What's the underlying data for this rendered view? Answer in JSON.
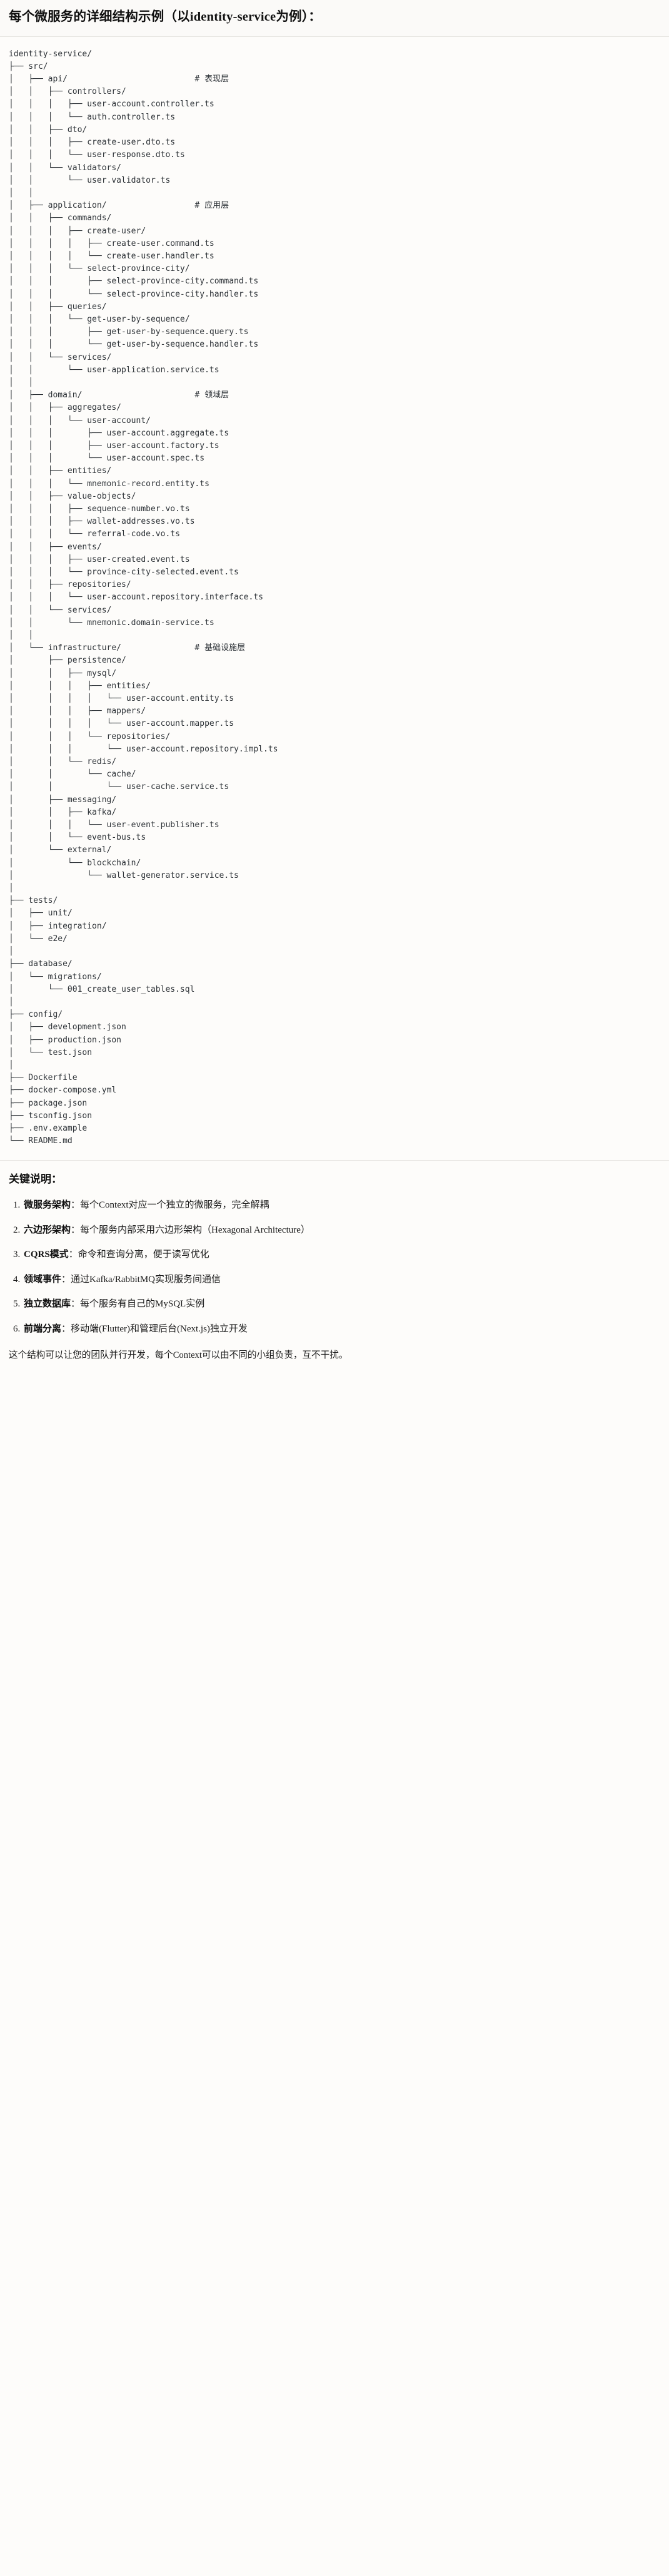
{
  "header": {
    "title": "每个微服务的详细结构示例（以identity-service为例）："
  },
  "tree": {
    "text": "identity-service/\n├── src/\n│   ├── api/                          # 表现层\n│   │   ├── controllers/\n│   │   │   ├── user-account.controller.ts\n│   │   │   └── auth.controller.ts\n│   │   ├── dto/\n│   │   │   ├── create-user.dto.ts\n│   │   │   └── user-response.dto.ts\n│   │   └── validators/\n│   │       └── user.validator.ts\n│   │\n│   ├── application/                  # 应用层\n│   │   ├── commands/\n│   │   │   ├── create-user/\n│   │   │   │   ├── create-user.command.ts\n│   │   │   │   └── create-user.handler.ts\n│   │   │   └── select-province-city/\n│   │   │       ├── select-province-city.command.ts\n│   │   │       └── select-province-city.handler.ts\n│   │   ├── queries/\n│   │   │   └── get-user-by-sequence/\n│   │   │       ├── get-user-by-sequence.query.ts\n│   │   │       └── get-user-by-sequence.handler.ts\n│   │   └── services/\n│   │       └── user-application.service.ts\n│   │\n│   ├── domain/                       # 领域层\n│   │   ├── aggregates/\n│   │   │   └── user-account/\n│   │   │       ├── user-account.aggregate.ts\n│   │   │       ├── user-account.factory.ts\n│   │   │       └── user-account.spec.ts\n│   │   ├── entities/\n│   │   │   └── mnemonic-record.entity.ts\n│   │   ├── value-objects/\n│   │   │   ├── sequence-number.vo.ts\n│   │   │   ├── wallet-addresses.vo.ts\n│   │   │   └── referral-code.vo.ts\n│   │   ├── events/\n│   │   │   ├── user-created.event.ts\n│   │   │   └── province-city-selected.event.ts\n│   │   ├── repositories/\n│   │   │   └── user-account.repository.interface.ts\n│   │   └── services/\n│   │       └── mnemonic.domain-service.ts\n│   │\n│   └── infrastructure/               # 基础设施层\n│       ├── persistence/\n│       │   ├── mysql/\n│       │   │   ├── entities/\n│       │   │   │   └── user-account.entity.ts\n│       │   │   ├── mappers/\n│       │   │   │   └── user-account.mapper.ts\n│       │   │   └── repositories/\n│       │   │       └── user-account.repository.impl.ts\n│       │   └── redis/\n│       │       └── cache/\n│       │           └── user-cache.service.ts\n│       ├── messaging/\n│       │   ├── kafka/\n│       │   │   └── user-event.publisher.ts\n│       │   └── event-bus.ts\n│       └── external/\n│           └── blockchain/\n│               └── wallet-generator.service.ts\n│\n├── tests/\n│   ├── unit/\n│   ├── integration/\n│   └── e2e/\n│\n├── database/\n│   └── migrations/\n│       └── 001_create_user_tables.sql\n│\n├── config/\n│   ├── development.json\n│   ├── production.json\n│   └── test.json\n│\n├── Dockerfile\n├── docker-compose.yml\n├── package.json\n├── tsconfig.json\n├── .env.example\n└── README.md"
  },
  "notes": {
    "heading": "关键说明：",
    "items": [
      {
        "term": "微服务架构",
        "sep": "：",
        "desc": "每个Context对应一个独立的微服务，完全解耦"
      },
      {
        "term": "六边形架构",
        "sep": "：",
        "desc": "每个服务内部采用六边形架构（Hexagonal Architecture）"
      },
      {
        "term": "CQRS模式",
        "sep": "：",
        "desc": "命令和查询分离，便于读写优化"
      },
      {
        "term": "领域事件",
        "sep": "：",
        "desc": "通过Kafka/RabbitMQ实现服务间通信"
      },
      {
        "term": "独立数据库",
        "sep": "：",
        "desc": "每个服务有自己的MySQL实例"
      },
      {
        "term": "前端分离",
        "sep": "：",
        "desc": "移动端(Flutter)和管理后台(Next.js)独立开发"
      }
    ],
    "closing": "这个结构可以让您的团队并行开发，每个Context可以由不同的小组负责，互不干扰。"
  }
}
